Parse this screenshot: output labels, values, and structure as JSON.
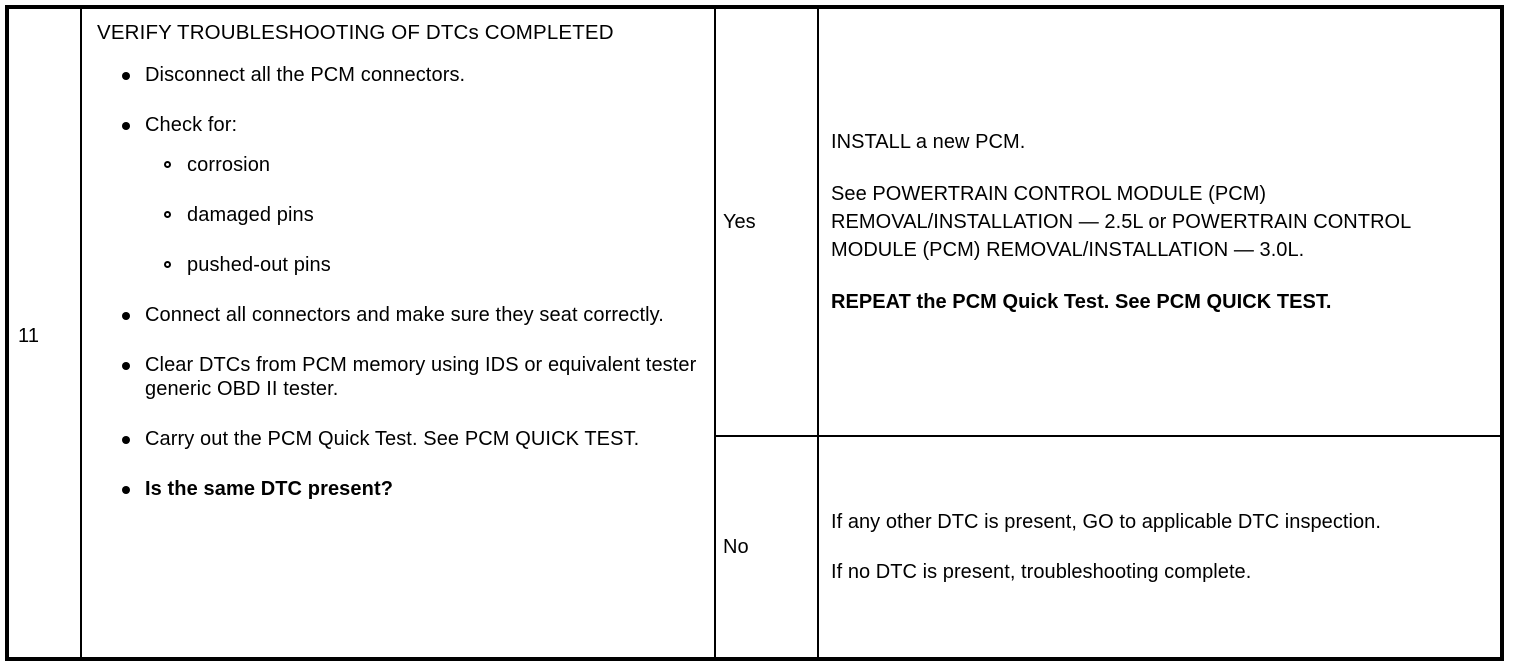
{
  "document": {
    "type": "diagnostic-step-table",
    "ink_color": "#000000",
    "paper_color": "#ffffff"
  },
  "row": {
    "step_number": "11",
    "action": {
      "title": "VERIFY TROUBLESHOOTING OF DTCs COMPLETED",
      "bullets": [
        {
          "text": "Disconnect all the PCM connectors.",
          "bold": false
        },
        {
          "text": "Check for:",
          "bold": false
        },
        {
          "text": "Connect all connectors and make sure they seat correctly.",
          "bold": false
        },
        {
          "text": "Clear DTCs from PCM memory using IDS or equivalent tester generic OBD II tester.",
          "bold": false
        },
        {
          "text": "Carry out the PCM Quick Test. See PCM QUICK TEST.",
          "bold": false
        },
        {
          "text": "Is the same DTC present?",
          "bold": true
        }
      ],
      "sub_bullets": [
        {
          "text": "corrosion"
        },
        {
          "text": "damaged pins"
        },
        {
          "text": "pushed-out pins"
        }
      ]
    },
    "answers": [
      {
        "label": "Yes",
        "paragraphs": [
          {
            "text": "INSTALL a new PCM.",
            "bold": false
          },
          {
            "text": "See POWERTRAIN CONTROL MODULE (PCM) REMOVAL/INSTALLATION — 2.5L or POWERTRAIN CONTROL MODULE (PCM) REMOVAL/INSTALLATION — 3.0L.",
            "bold": false
          },
          {
            "text": "REPEAT the PCM Quick Test. See PCM QUICK TEST.",
            "bold": true
          }
        ]
      },
      {
        "label": "No",
        "paragraphs": [
          {
            "text": "If any other DTC is present, GO to applicable DTC inspection.",
            "bold": false
          },
          {
            "text": "If no DTC is present, troubleshooting complete.",
            "bold": false
          }
        ]
      }
    ]
  }
}
